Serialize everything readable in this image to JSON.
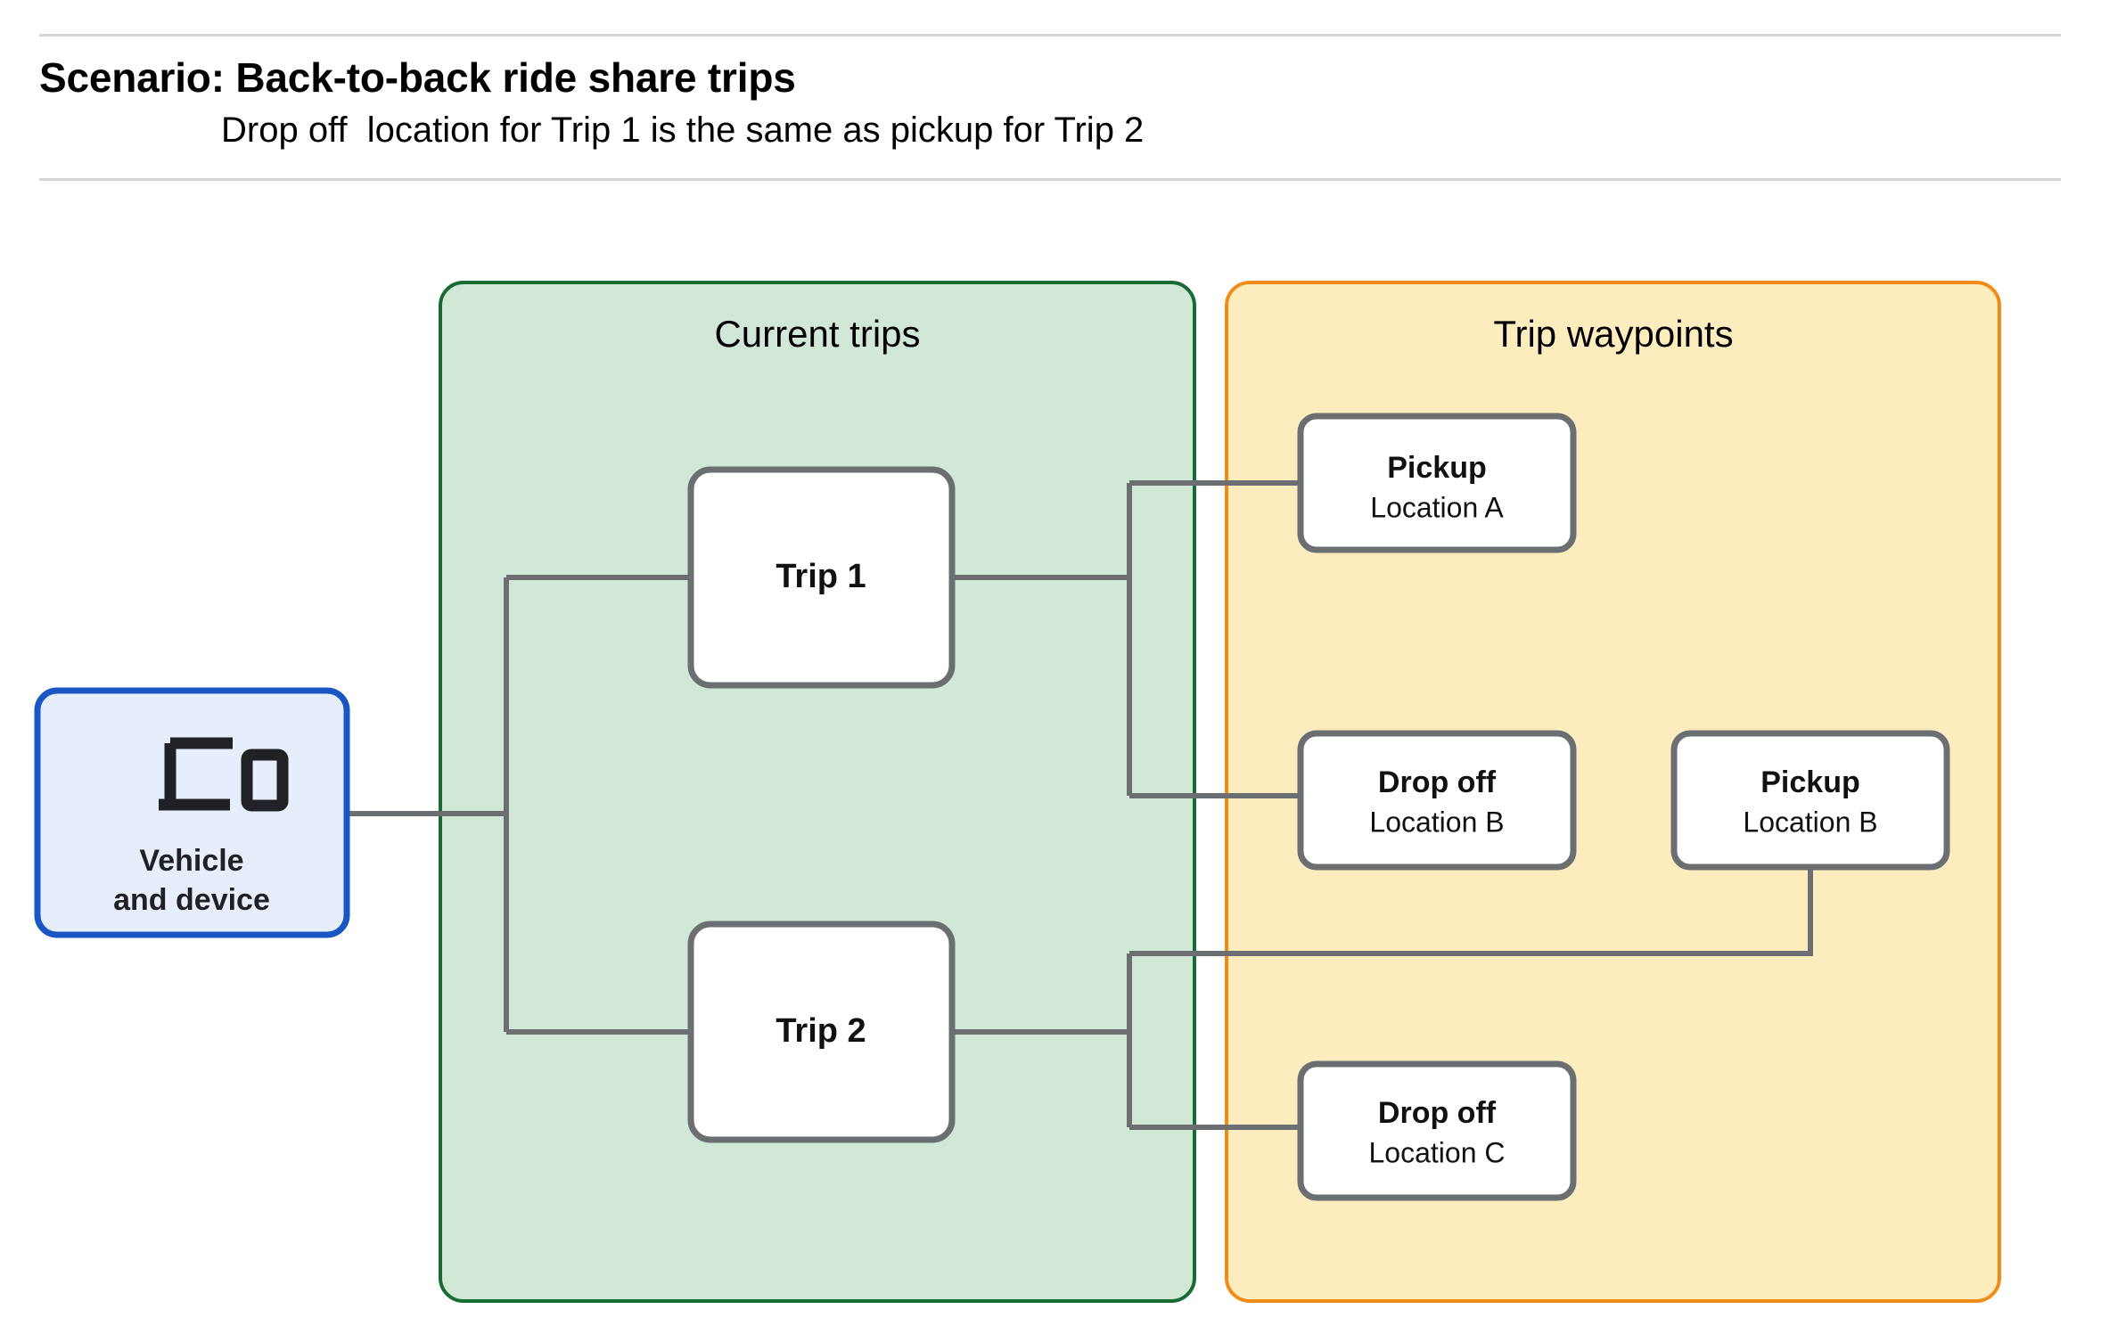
{
  "header": {
    "title": "Scenario: Back-to-back ride share trips",
    "subtitle": "Drop off  location for Trip 1 is the same as pickup for Trip 2",
    "rule_color": "#d4d4d4"
  },
  "colors": {
    "vehicle_border": "#1a56c4",
    "vehicle_fill": "#e6eefc",
    "trips_border": "#176b33",
    "trips_fill": "#d2e8d6",
    "waypoints_border": "#f28c18",
    "waypoints_fill": "#fcecbe",
    "node_border": "#6b6f72",
    "node_fill": "#ffffff",
    "connector": "#6b6f72",
    "icon": "#202124"
  },
  "vehicle": {
    "icon": "devices-icon",
    "line1": "Vehicle",
    "line2": "and device"
  },
  "zones": [
    {
      "id": "current-trips",
      "label": "Current trips"
    },
    {
      "id": "trip-waypoints",
      "label": "Trip waypoints"
    }
  ],
  "trips": [
    {
      "id": "trip-1",
      "label": "Trip 1"
    },
    {
      "id": "trip-2",
      "label": "Trip 2"
    }
  ],
  "waypoints": [
    {
      "id": "pickup-a",
      "title": "Pickup",
      "location": "Location A"
    },
    {
      "id": "dropoff-b",
      "title": "Drop off",
      "location": "Location B"
    },
    {
      "id": "pickup-b",
      "title": "Pickup",
      "location": "Location B"
    },
    {
      "id": "dropoff-c",
      "title": "Drop off",
      "location": "Location C"
    }
  ]
}
